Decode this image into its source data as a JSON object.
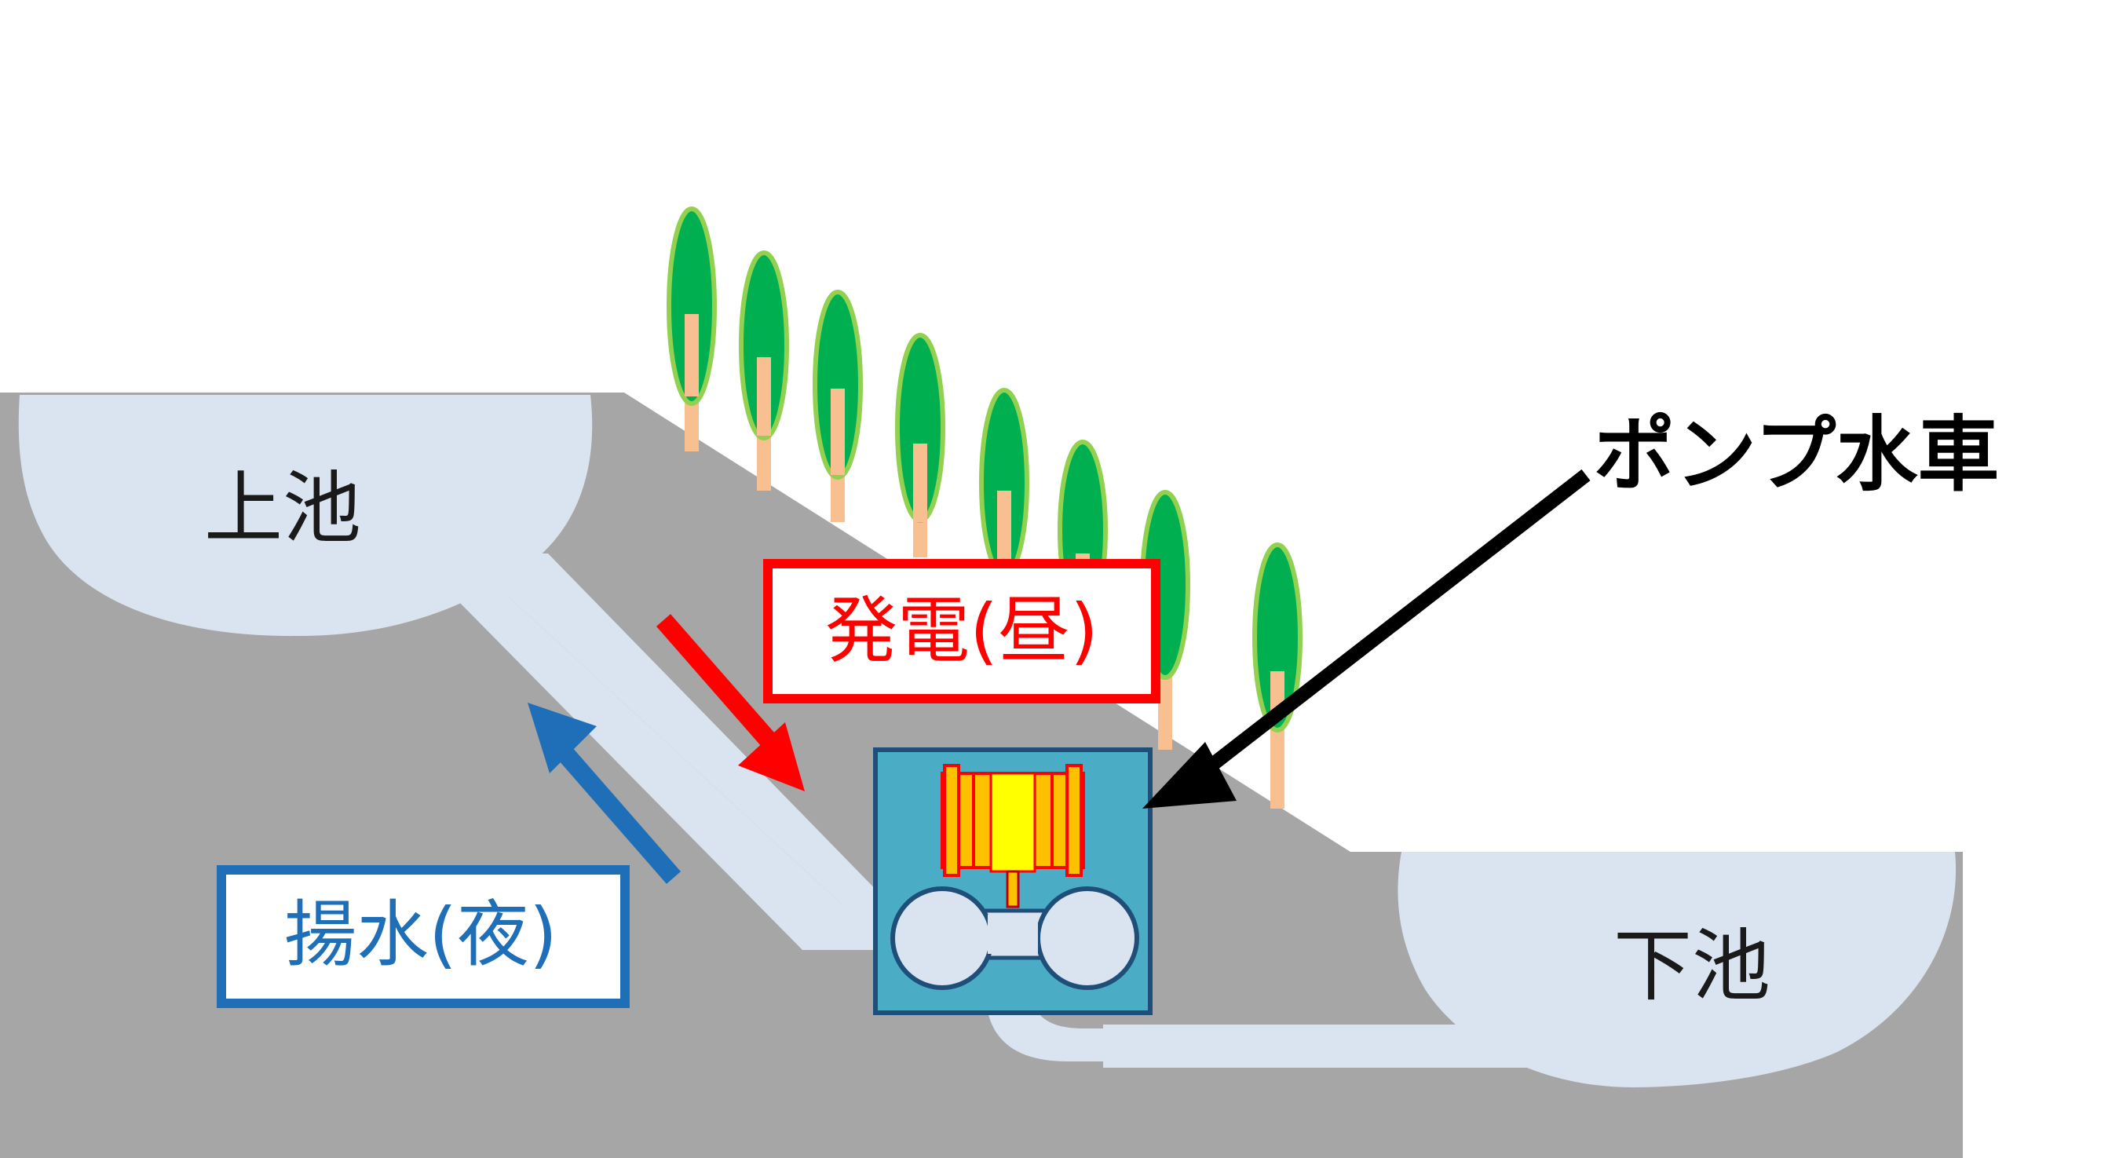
{
  "labels": {
    "upper_pool": "上池",
    "lower_pool": "下池",
    "generation": "発電(昼)",
    "pumping": "揚水(夜)",
    "pump_turbine": "ポンプ水車"
  },
  "colors": {
    "ground": "#a6a6a6",
    "water": "#dae3f0",
    "generation": "#ff0000",
    "pumping": "#1f6fb8",
    "powerhouse": "#4bacc6",
    "generator": "#ffc000",
    "tree_foliage": "#00b050",
    "tree_trunk": "#f8c090"
  },
  "icons": {
    "generation_arrow": "arrow-down-right-icon",
    "pumping_arrow": "arrow-up-left-icon",
    "pointer_arrow": "arrow-down-left-icon"
  }
}
